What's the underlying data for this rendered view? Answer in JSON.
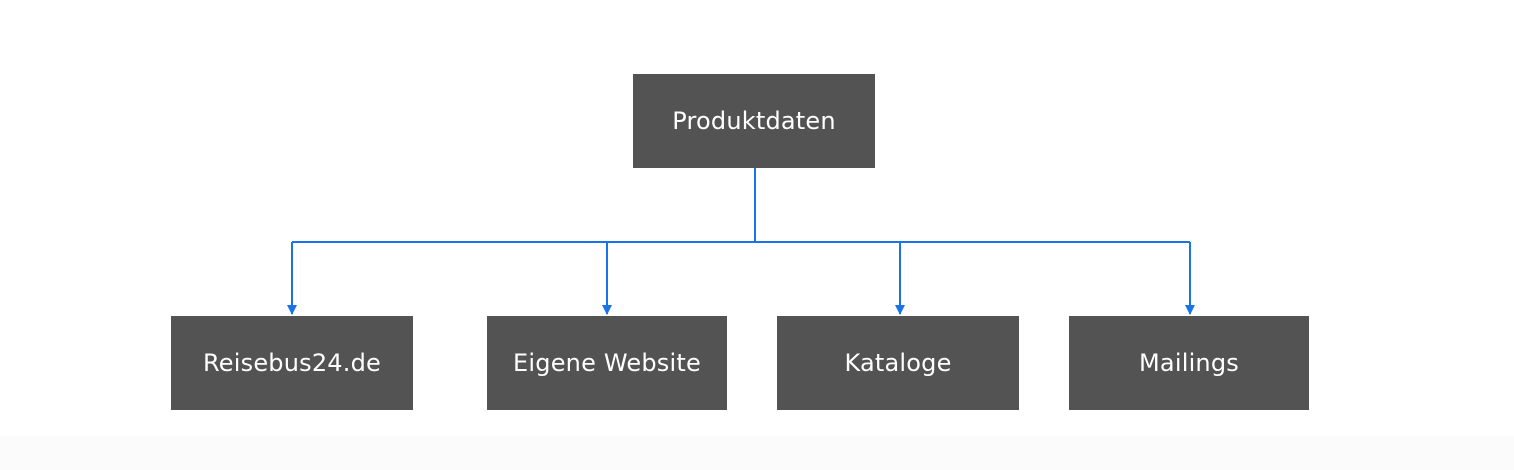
{
  "diagram": {
    "root": {
      "label": "Produktdaten"
    },
    "children": [
      {
        "label": "Reisebus24.de"
      },
      {
        "label": "Eigene Website"
      },
      {
        "label": "Kataloge"
      },
      {
        "label": "Mailings"
      }
    ]
  },
  "colors": {
    "node_fill": "#535353",
    "node_text": "#ffffff",
    "connector": "#1a73e8",
    "background": "#ffffff"
  }
}
